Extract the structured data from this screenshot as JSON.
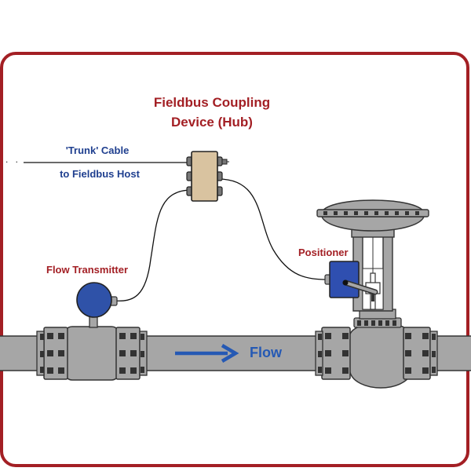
{
  "diagram": {
    "title_line1": "Fieldbus Coupling",
    "title_line2": "Device (Hub)",
    "trunk_label_line1": "'Trunk' Cable",
    "trunk_label_line2": "to Fieldbus Host",
    "trunk_ellipsis": ". .",
    "flow_transmitter_label": "Flow Transmitter",
    "positioner_label": "Positioner",
    "flow_label": "Flow"
  },
  "colors": {
    "frame": "#a31f24",
    "label_red": "#a31f24",
    "label_blue": "#1f3f8f",
    "flow_blue": "#2559b4",
    "pipe": "#a6a6a6",
    "hub": "#d9c3a0",
    "transmitter": "#2f52a8",
    "positioner": "#2f4fb0"
  }
}
